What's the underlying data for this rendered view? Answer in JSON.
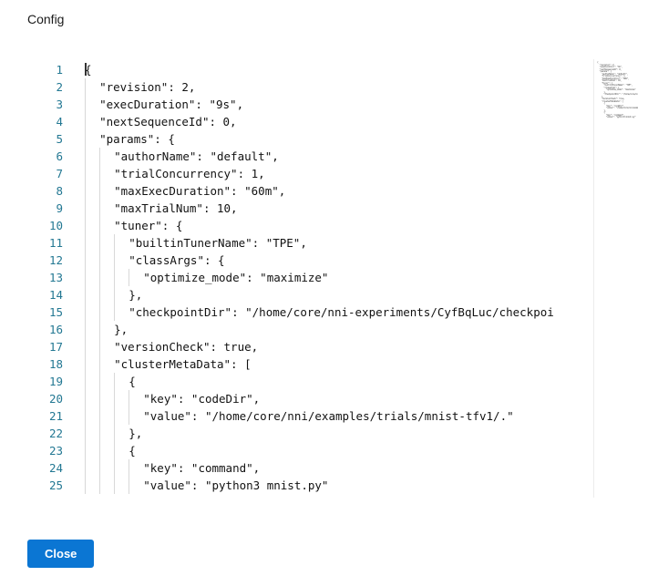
{
  "page": {
    "title": "Config"
  },
  "editor": {
    "lines": [
      {
        "num": "1",
        "text": "{",
        "cursor": true
      },
      {
        "num": "2",
        "text": "  \"revision\": 2,"
      },
      {
        "num": "3",
        "text": "  \"execDuration\": \"9s\","
      },
      {
        "num": "4",
        "text": "  \"nextSequenceId\": 0,"
      },
      {
        "num": "5",
        "text": "  \"params\": {"
      },
      {
        "num": "6",
        "text": "    \"authorName\": \"default\","
      },
      {
        "num": "7",
        "text": "    \"trialConcurrency\": 1,"
      },
      {
        "num": "8",
        "text": "    \"maxExecDuration\": \"60m\","
      },
      {
        "num": "9",
        "text": "    \"maxTrialNum\": 10,"
      },
      {
        "num": "10",
        "text": "    \"tuner\": {"
      },
      {
        "num": "11",
        "text": "      \"builtinTunerName\": \"TPE\","
      },
      {
        "num": "12",
        "text": "      \"classArgs\": {"
      },
      {
        "num": "13",
        "text": "        \"optimize_mode\": \"maximize\""
      },
      {
        "num": "14",
        "text": "      },"
      },
      {
        "num": "15",
        "text": "      \"checkpointDir\": \"/home/core/nni-experiments/CyfBqLuc/checkpoi"
      },
      {
        "num": "16",
        "text": "    },"
      },
      {
        "num": "17",
        "text": "    \"versionCheck\": true,"
      },
      {
        "num": "18",
        "text": "    \"clusterMetaData\": ["
      },
      {
        "num": "19",
        "text": "      {"
      },
      {
        "num": "20",
        "text": "        \"key\": \"codeDir\","
      },
      {
        "num": "21",
        "text": "        \"value\": \"/home/core/nni/examples/trials/mnist-tfv1/.\""
      },
      {
        "num": "22",
        "text": "      },"
      },
      {
        "num": "23",
        "text": "      {"
      },
      {
        "num": "24",
        "text": "        \"key\": \"command\","
      },
      {
        "num": "25",
        "text": "        \"value\": \"python3 mnist.py\""
      }
    ]
  },
  "footer": {
    "close_label": "Close"
  },
  "colors": {
    "accent": "#0b76d3",
    "line_number": "#237893",
    "code_text": "#121212",
    "indent_guide": "#d8d8d8"
  }
}
